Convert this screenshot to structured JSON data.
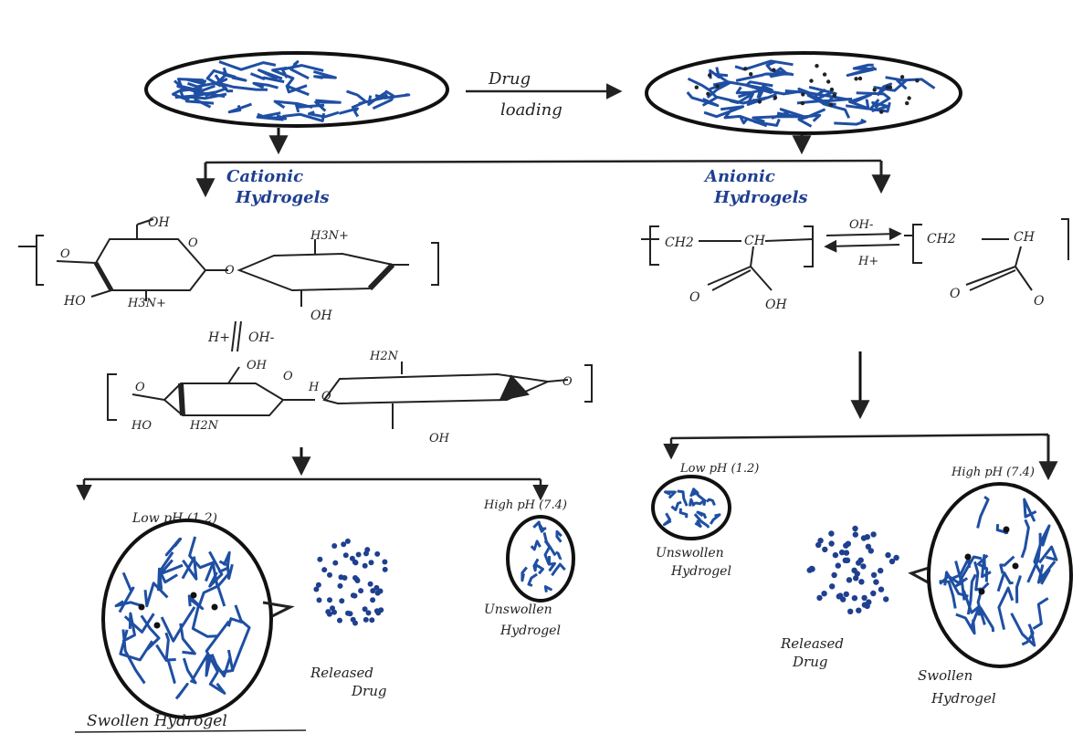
{
  "colors": {
    "network": "#1f4fa3",
    "ink": "#222222",
    "label_blue": "#1f3f8f",
    "drug": "#1f3f8f"
  },
  "top": {
    "arrow_label_line1": "Drug",
    "arrow_label_line2": "loading"
  },
  "cationic": {
    "title_line1": "Cationic",
    "title_line2": "Hydrogels",
    "chitosan_top": {
      "oh1": "OH",
      "nh3_top": "H3N+",
      "ho": "HO",
      "nh3_bottom": "H3N+",
      "oh2": "OH",
      "o1": "O",
      "o2": "O",
      "o3": "O"
    },
    "equilibrium_left": "H+",
    "equilibrium_right": "OH-",
    "chitosan_bottom": {
      "oh1": "OH",
      "nh2_top": "H2N",
      "ho": "HO",
      "nh2_bottom": "H2N",
      "oh2": "OH",
      "h": "H",
      "o1": "O",
      "o2": "O",
      "o3": "O",
      "o4": "O"
    },
    "low_ph": "Low pH (1.2)",
    "high_ph": "High pH (7.4)",
    "swollen": "Swollen Hydrogel",
    "released_line1": "Released",
    "released_line2": "Drug",
    "unswollen_line1": "Unswollen",
    "unswollen_line2": "Hydrogel"
  },
  "anionic": {
    "title_line1": "Anionic",
    "title_line2": "Hydrogels",
    "polymer_left": {
      "ch2": "CH2",
      "ch": "CH",
      "o": "O",
      "oh": "OH"
    },
    "eq_top": "OH-",
    "eq_bottom": "H+",
    "polymer_right": {
      "ch2": "CH2",
      "ch": "CH",
      "o1": "O",
      "o2": "O"
    },
    "low_ph": "Low pH (1.2)",
    "high_ph": "High pH (7.4)",
    "unswollen_line1": "Unswollen",
    "unswollen_line2": "Hydrogel",
    "released_line1": "Released",
    "released_line2": "Drug",
    "swollen_line1": "Swollen",
    "swollen_line2": "Hydrogel"
  }
}
